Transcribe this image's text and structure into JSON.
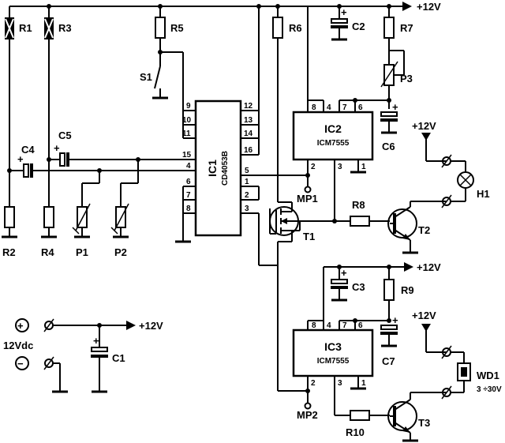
{
  "supply": {
    "top": "+12V",
    "ic3": "+12V",
    "h1": "+12V",
    "wd1": "+12V",
    "input": "+12V",
    "input_label": "12Vdc"
  },
  "ic1": {
    "name": "IC1",
    "part": "CD4053B",
    "pins": [
      "9",
      "10",
      "11",
      "15",
      "4",
      "6",
      "7",
      "8",
      "12",
      "13",
      "14",
      "16",
      "5",
      "1",
      "2",
      "3"
    ]
  },
  "ic2": {
    "name": "IC2",
    "part": "ICM7555",
    "pins": [
      "8",
      "4",
      "7",
      "6",
      "2",
      "3",
      "1"
    ]
  },
  "ic3": {
    "name": "IC3",
    "part": "ICM7555",
    "pins": [
      "8",
      "4",
      "7",
      "6",
      "2",
      "3",
      "1"
    ]
  },
  "components": {
    "r1": "R1",
    "r2": "R2",
    "r3": "R3",
    "r4": "R4",
    "r5": "R5",
    "r6": "R6",
    "r7": "R7",
    "r8": "R8",
    "r9": "R9",
    "r10": "R10",
    "c1": "C1",
    "c2": "C2",
    "c3": "C3",
    "c4": "C4",
    "c5": "C5",
    "c6": "C6",
    "c7": "C7",
    "p1": "P1",
    "p2": "P2",
    "p3": "P3",
    "s1": "S1",
    "t1": "T1",
    "t2": "T2",
    "t3": "T3",
    "h1": "H1",
    "wd1": "WD1",
    "wd1_rating": "3 ÷30V",
    "mp1": "MP1",
    "mp2": "MP2"
  },
  "polarity": {
    "plus": "+",
    "minus": "−"
  }
}
